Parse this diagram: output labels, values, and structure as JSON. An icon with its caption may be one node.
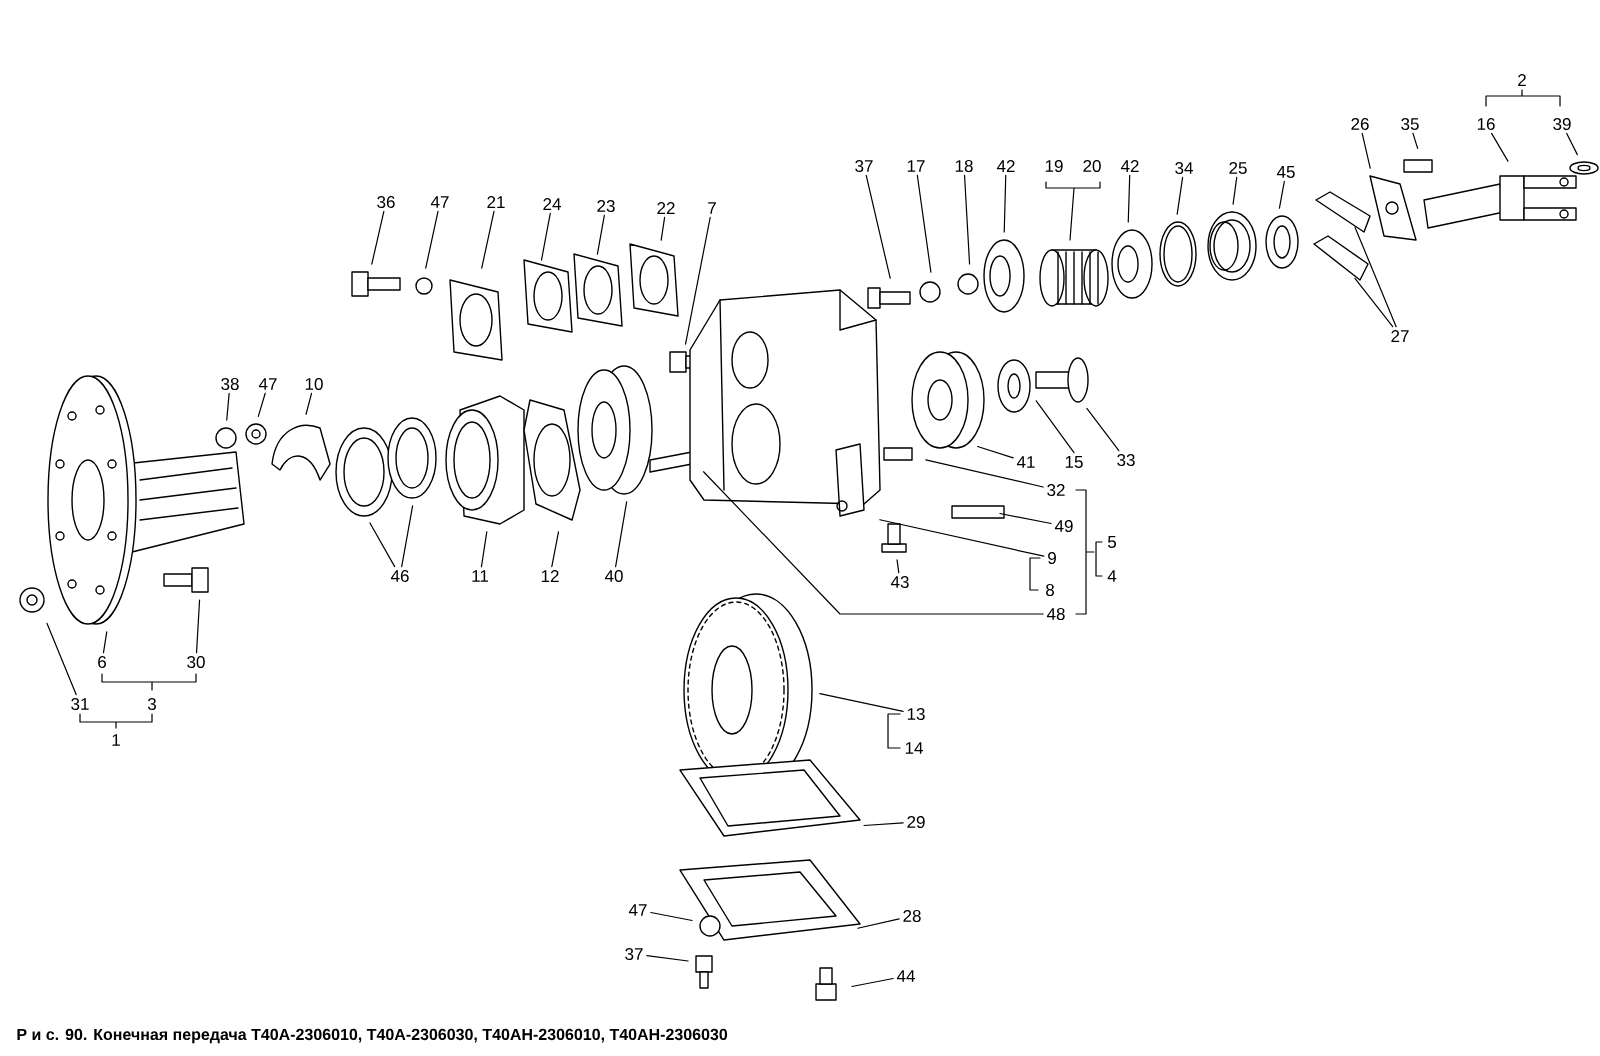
{
  "diagram": {
    "caption": "Р и с. 90. Конечная передача Т40А-2306010, Т40А-2306030, Т40АН-2306010, Т40АН-2306030",
    "nodes": [
      {
        "text": [
          "26"
        ]
      },
      {
        "text": [
          "35"
        ]
      },
      {
        "text": [
          "16"
        ]
      },
      {
        "text": [
          "39"
        ]
      },
      {
        "text": [
          "37"
        ]
      },
      {
        "text": [
          "17"
        ]
      },
      {
        "text": [
          "18"
        ]
      },
      {
        "text": [
          "42"
        ]
      },
      {
        "text": [
          "42"
        ]
      },
      {
        "text": [
          "34"
        ]
      },
      {
        "text": [
          "25"
        ]
      },
      {
        "text": [
          "45"
        ]
      },
      {
        "text": [
          "36"
        ]
      },
      {
        "text": [
          "47"
        ]
      },
      {
        "text": [
          "21"
        ]
      },
      {
        "text": [
          "24"
        ]
      },
      {
        "text": [
          "23"
        ]
      },
      {
        "text": [
          "22"
        ]
      },
      {
        "text": [
          "7"
        ]
      },
      {
        "text": [
          "27"
        ]
      },
      {
        "text": [
          "38"
        ]
      },
      {
        "text": [
          "47"
        ]
      },
      {
        "text": [
          "10"
        ]
      },
      {
        "text": [
          "33"
        ]
      },
      {
        "text": [
          "41"
        ]
      },
      {
        "text": [
          "15"
        ]
      },
      {
        "text": [
          "32"
        ]
      },
      {
        "text": [
          "49"
        ]
      },
      {
        "text": [
          "9"
        ]
      },
      {
        "text": [
          "46"
        ]
      },
      {
        "text": [
          "11"
        ]
      },
      {
        "text": [
          "12"
        ]
      },
      {
        "text": [
          "40"
        ]
      },
      {
        "text": [
          "43"
        ]
      },
      {
        "text": [
          "48"
        ]
      },
      {
        "text": [
          "6"
        ]
      },
      {
        "text": [
          "30"
        ]
      },
      {
        "text": [
          "31"
        ]
      },
      {
        "text": [
          "13"
        ]
      },
      {
        "text": [
          "29"
        ]
      },
      {
        "text": [
          "28"
        ]
      },
      {
        "text": [
          "47"
        ]
      },
      {
        "text": [
          "37"
        ]
      },
      {
        "text": [
          "44"
        ]
      }
    ],
    "edges": [
      {
        "from": 0,
        "to": null,
        "arrow": "none"
      },
      {
        "from": 1,
        "to": null,
        "arrow": "none"
      },
      {
        "from": 2,
        "to": null,
        "arrow": "none"
      },
      {
        "from": 3,
        "to": null,
        "arrow": "none"
      },
      {
        "from": 4,
        "to": null,
        "arrow": "none"
      },
      {
        "from": 5,
        "to": null,
        "arrow": "none"
      },
      {
        "from": 6,
        "to": null,
        "arrow": "none"
      },
      {
        "from": 7,
        "to": null,
        "arrow": "none"
      },
      {
        "from": 8,
        "to": null,
        "arrow": "none"
      },
      {
        "from": 9,
        "to": null,
        "arrow": "none"
      },
      {
        "from": 10,
        "to": null,
        "arrow": "none"
      },
      {
        "from": 11,
        "to": null,
        "arrow": "none"
      },
      {
        "from": 12,
        "to": null,
        "arrow": "none"
      },
      {
        "from": 13,
        "to": null,
        "arrow": "none"
      },
      {
        "from": 14,
        "to": null,
        "arrow": "none"
      },
      {
        "from": 15,
        "to": null,
        "arrow": "none"
      },
      {
        "from": 16,
        "to": null,
        "arrow": "none"
      },
      {
        "from": 17,
        "to": null,
        "arrow": "none"
      },
      {
        "from": 18,
        "to": null,
        "arrow": "none"
      },
      {
        "from": 19,
        "to": null,
        "arrow": "none"
      },
      {
        "from": 19,
        "to": null,
        "arrow": "none"
      },
      {
        "from": 20,
        "to": null,
        "arrow": "none"
      },
      {
        "from": 21,
        "to": null,
        "arrow": "none"
      },
      {
        "from": 22,
        "to": null,
        "arrow": "none"
      },
      {
        "from": 23,
        "to": null,
        "arrow": "none"
      },
      {
        "from": 24,
        "to": null,
        "arrow": "none"
      },
      {
        "from": 25,
        "to": null,
        "arrow": "none"
      },
      {
        "from": 26,
        "to": null,
        "arrow": "none"
      },
      {
        "from": 27,
        "to": null,
        "arrow": "none"
      },
      {
        "from": 28,
        "to": null,
        "arrow": "none"
      },
      {
        "from": 29,
        "to": null,
        "arrow": "none"
      },
      {
        "from": 29,
        "to": null,
        "arrow": "none"
      },
      {
        "from": 30,
        "to": null,
        "arrow": "none"
      },
      {
        "from": 31,
        "to": null,
        "arrow": "none"
      },
      {
        "from": 32,
        "to": null,
        "arrow": "none"
      },
      {
        "from": 33,
        "to": null,
        "arrow": "none"
      },
      {
        "from": 34,
        "to": null,
        "arrow": "none"
      },
      {
        "from": 35,
        "to": null,
        "arrow": "none"
      },
      {
        "from": 36,
        "to": null,
        "arrow": "none"
      },
      {
        "from": 37,
        "to": null,
        "arrow": "none"
      },
      {
        "from": 38,
        "to": null,
        "arrow": "none"
      },
      {
        "from": 39,
        "to": null,
        "arrow": "none"
      },
      {
        "from": 40,
        "to": null,
        "arrow": "none"
      },
      {
        "from": 41,
        "to": null,
        "arrow": "none"
      },
      {
        "from": 42,
        "to": null,
        "arrow": "none"
      },
      {
        "from": 43,
        "to": null,
        "arrow": "none"
      }
    ],
    "labels": [
      "2",
      "19",
      "20",
      "5",
      "4",
      "8",
      "3",
      "1",
      "14"
    ]
  }
}
